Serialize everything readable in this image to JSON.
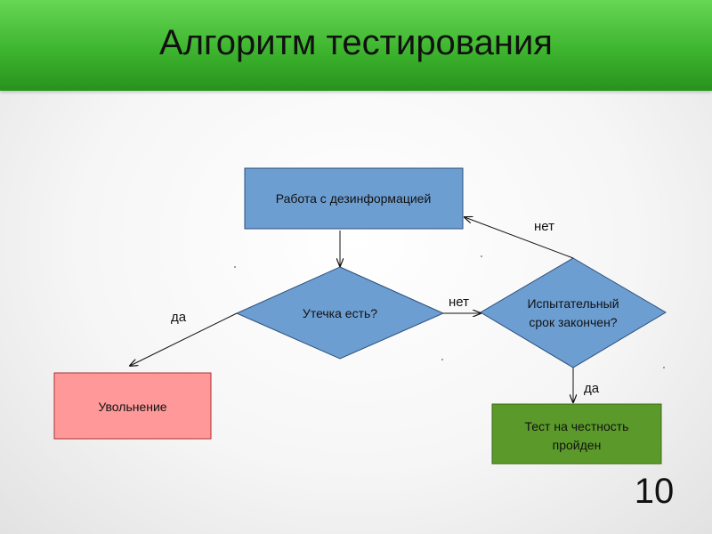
{
  "slide": {
    "title": "Алгоритм тестирования",
    "page_number": "10"
  },
  "nodes": {
    "disinfo": {
      "label": "Работа с дезинформацией",
      "color": "#6d9ed2"
    },
    "leak": {
      "label": "Утечка есть?",
      "color": "#6d9ed2"
    },
    "probation": {
      "lines": [
        "Испытательный",
        "срок закончен?"
      ],
      "color": "#6d9ed2"
    },
    "dismissal": {
      "label": "Увольнение",
      "color": "#ff9999"
    },
    "passed": {
      "lines": [
        "Тест на честность",
        "пройден"
      ],
      "color": "#5b9a2a"
    }
  },
  "edges": {
    "leak_yes": "да",
    "leak_no": "нет",
    "probation_no": "нет",
    "probation_yes": "да"
  },
  "colors": {
    "header_green": "#3eb52f",
    "node_border": "#2a4f7a",
    "arrow": "#111111"
  }
}
